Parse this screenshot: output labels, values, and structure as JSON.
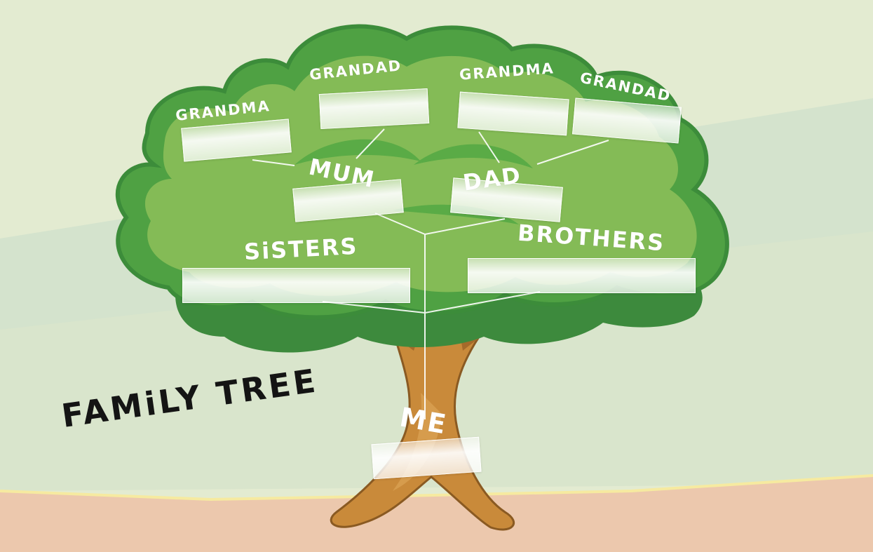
{
  "title": "FAMiLY TREE",
  "labels": {
    "grandma_left": "GRANDMA",
    "grandad_left": "GRANDAD",
    "grandma_right": "GRANDMA",
    "grandad_right": "GRANDAD",
    "mum": "MUM",
    "dad": "DAD",
    "sisters": "SiSTERS",
    "brothers": "BROTHERS",
    "me": "ME"
  },
  "colors": {
    "sky": "#e2ead0",
    "band": "#d3e2cc",
    "ground": "#ecc8ac",
    "foliage_dark": "#3d8a3d",
    "foliage": "#5aab46",
    "foliage_light": "#84bb56",
    "trunk": "#c98a3a",
    "trunk_dark": "#8a5a22",
    "title": "#141414"
  }
}
